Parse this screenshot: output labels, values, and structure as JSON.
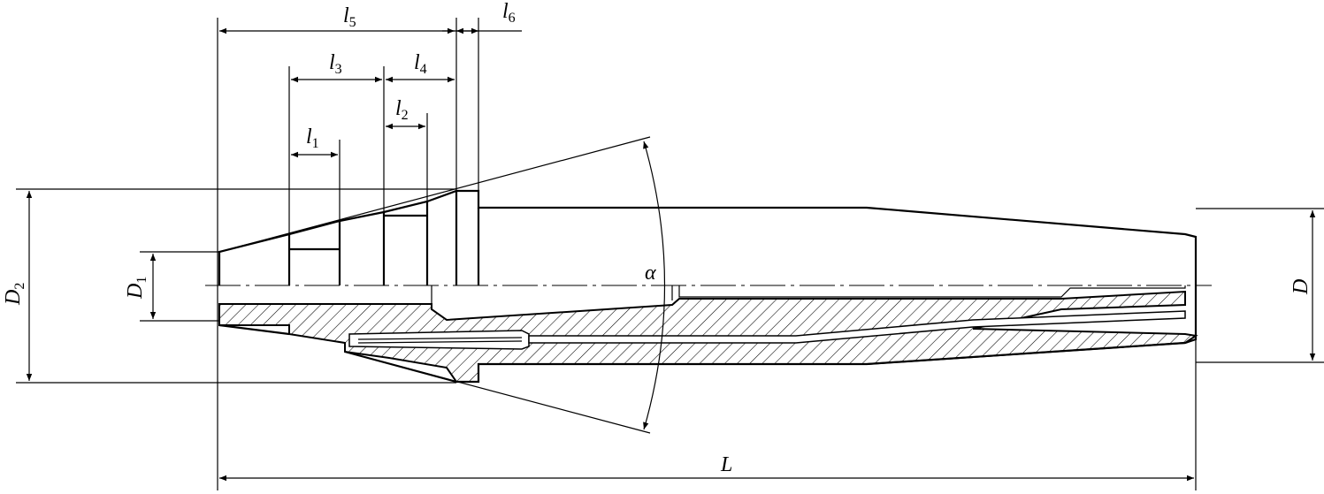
{
  "labels": {
    "l1": {
      "main": "l",
      "sub": "1"
    },
    "l2": {
      "main": "l",
      "sub": "2"
    },
    "l3": {
      "main": "l",
      "sub": "3"
    },
    "l4": {
      "main": "l",
      "sub": "4"
    },
    "l5": {
      "main": "l",
      "sub": "5"
    },
    "l6": {
      "main": "l",
      "sub": "6"
    },
    "D1": {
      "main": "D",
      "sub": "1"
    },
    "D2": {
      "main": "D",
      "sub": "2"
    },
    "D": "D",
    "L": "L",
    "alpha": "α"
  }
}
